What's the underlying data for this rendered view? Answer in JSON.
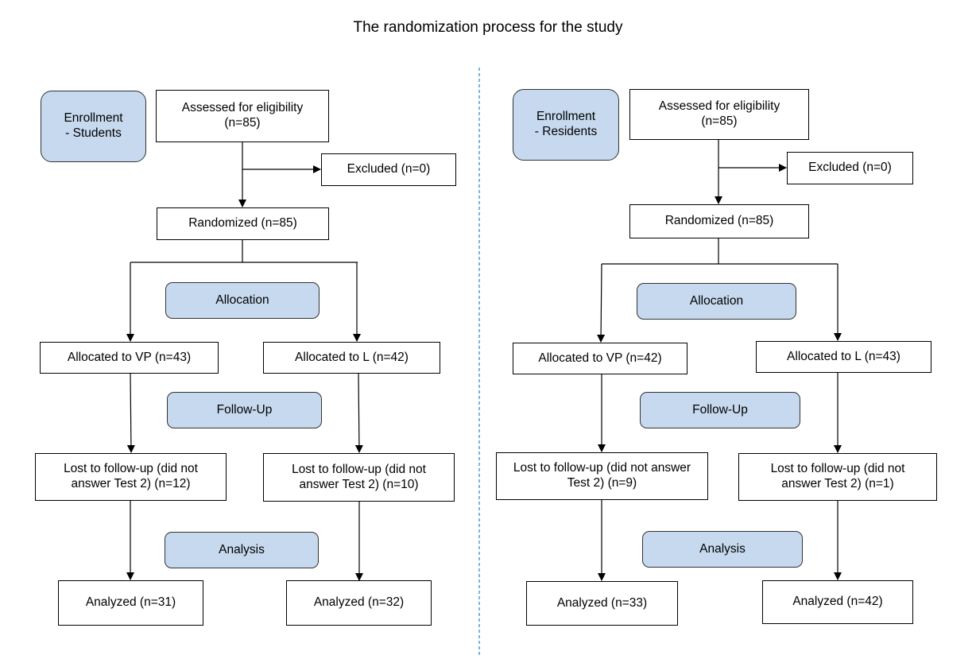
{
  "title": "The randomization process for the study",
  "panels": [
    {
      "enrollment": "Enrollment\n- Students",
      "assessed": "Assessed for eligibility\n(n=85)",
      "excluded": "Excluded (n=0)",
      "randomized": "Randomized (n=85)",
      "allocation": "Allocation",
      "allocated_vp": "Allocated to VP (n=43)",
      "allocated_l": "Allocated to L (n=42)",
      "followup": "Follow-Up",
      "lost_vp": "Lost to follow-up (did not\nanswer Test 2) (n=12)",
      "lost_l": "Lost to follow-up (did not\nanswer Test 2) (n=10)",
      "analysis": "Analysis",
      "analyzed_vp": "Analyzed (n=31)",
      "analyzed_l": "Analyzed (n=32)"
    },
    {
      "enrollment": "Enrollment\n- Residents",
      "assessed": "Assessed for eligibility\n(n=85)",
      "excluded": "Excluded (n=0)",
      "randomized": "Randomized (n=85)",
      "allocation": "Allocation",
      "allocated_vp": "Allocated to VP (n=42)",
      "allocated_l": "Allocated to L (n=43)",
      "followup": "Follow-Up",
      "lost_vp": "Lost to follow-up (did not answer\nTest 2) (n=9)",
      "lost_l": "Lost to follow-up (did not\nanswer Test 2) (n=1)",
      "analysis": "Analysis",
      "analyzed_vp": "Analyzed (n=33)",
      "analyzed_l": "Analyzed (n=42)"
    }
  ]
}
